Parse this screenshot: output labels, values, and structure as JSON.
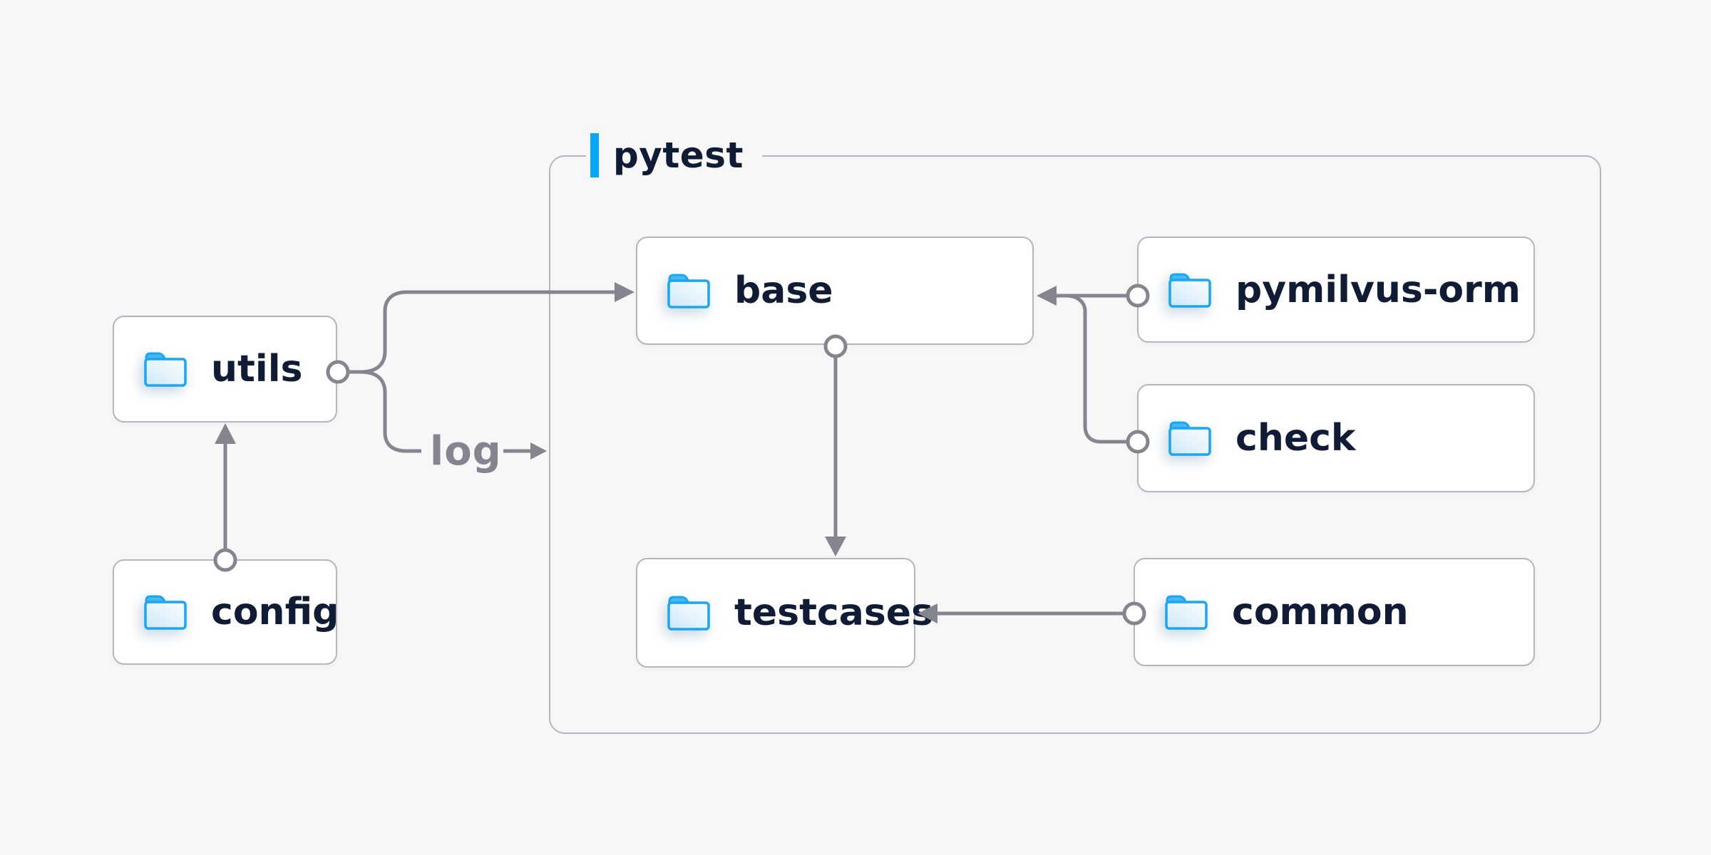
{
  "group": {
    "label": "pytest"
  },
  "nodes": {
    "utils": {
      "label": "utils"
    },
    "config": {
      "label": "config"
    },
    "base": {
      "label": "base"
    },
    "pymilvus-orm": {
      "label": "pymilvus-orm"
    },
    "check": {
      "label": "check"
    },
    "testcases": {
      "label": "testcases"
    },
    "common": {
      "label": "common"
    }
  },
  "edges": {
    "log_label": "log",
    "connections": [
      "config -> utils",
      "utils -> base",
      "utils -> log",
      "pymilvus-orm -> base",
      "check -> base",
      "base -> testcases",
      "common -> testcases"
    ]
  },
  "icons": {
    "node_icon": "folder-icon"
  },
  "colors": {
    "bg": "#f7f7f8",
    "node-bg": "#ffffff",
    "node-border": "#b5b5c0",
    "group-border": "#b5b5c0",
    "line": "#85858f",
    "text": "#101b35",
    "muted": "#85858f",
    "accent": "#0aa6f5",
    "folder": "#19a6f2"
  }
}
